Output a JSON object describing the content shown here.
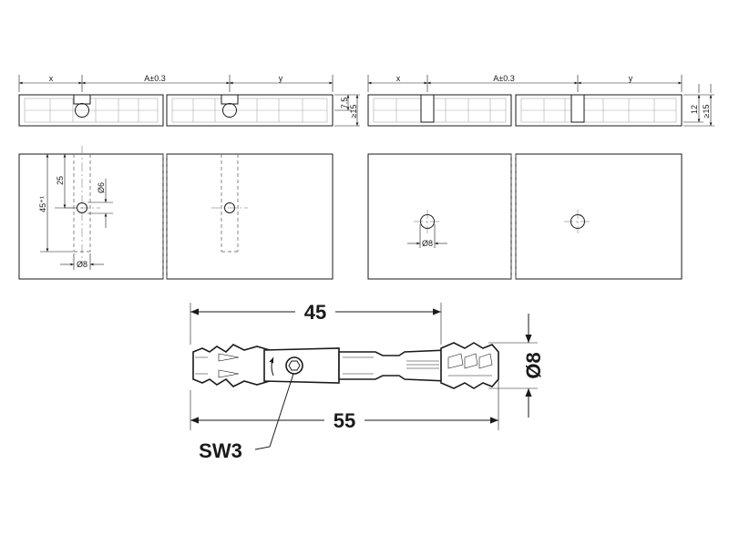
{
  "drawing": {
    "left_view": {
      "dim_x": "x",
      "dim_a": "A±0.3",
      "dim_y": "y",
      "dim_7_5": "7.5",
      "dim_min15": "≥15",
      "dim_25": "25",
      "dim_45": "45⁺¹",
      "dim_d6": "Ø6",
      "dim_d8": "Ø8"
    },
    "right_view": {
      "dim_x": "x",
      "dim_a": "A±0.3",
      "dim_y": "y",
      "dim_12": "12",
      "dim_min15": "≥15",
      "dim_d8": "Ø8"
    },
    "connector": {
      "length_45": "45",
      "length_55": "55",
      "diameter": "Ø8",
      "drive": "SW3"
    }
  }
}
